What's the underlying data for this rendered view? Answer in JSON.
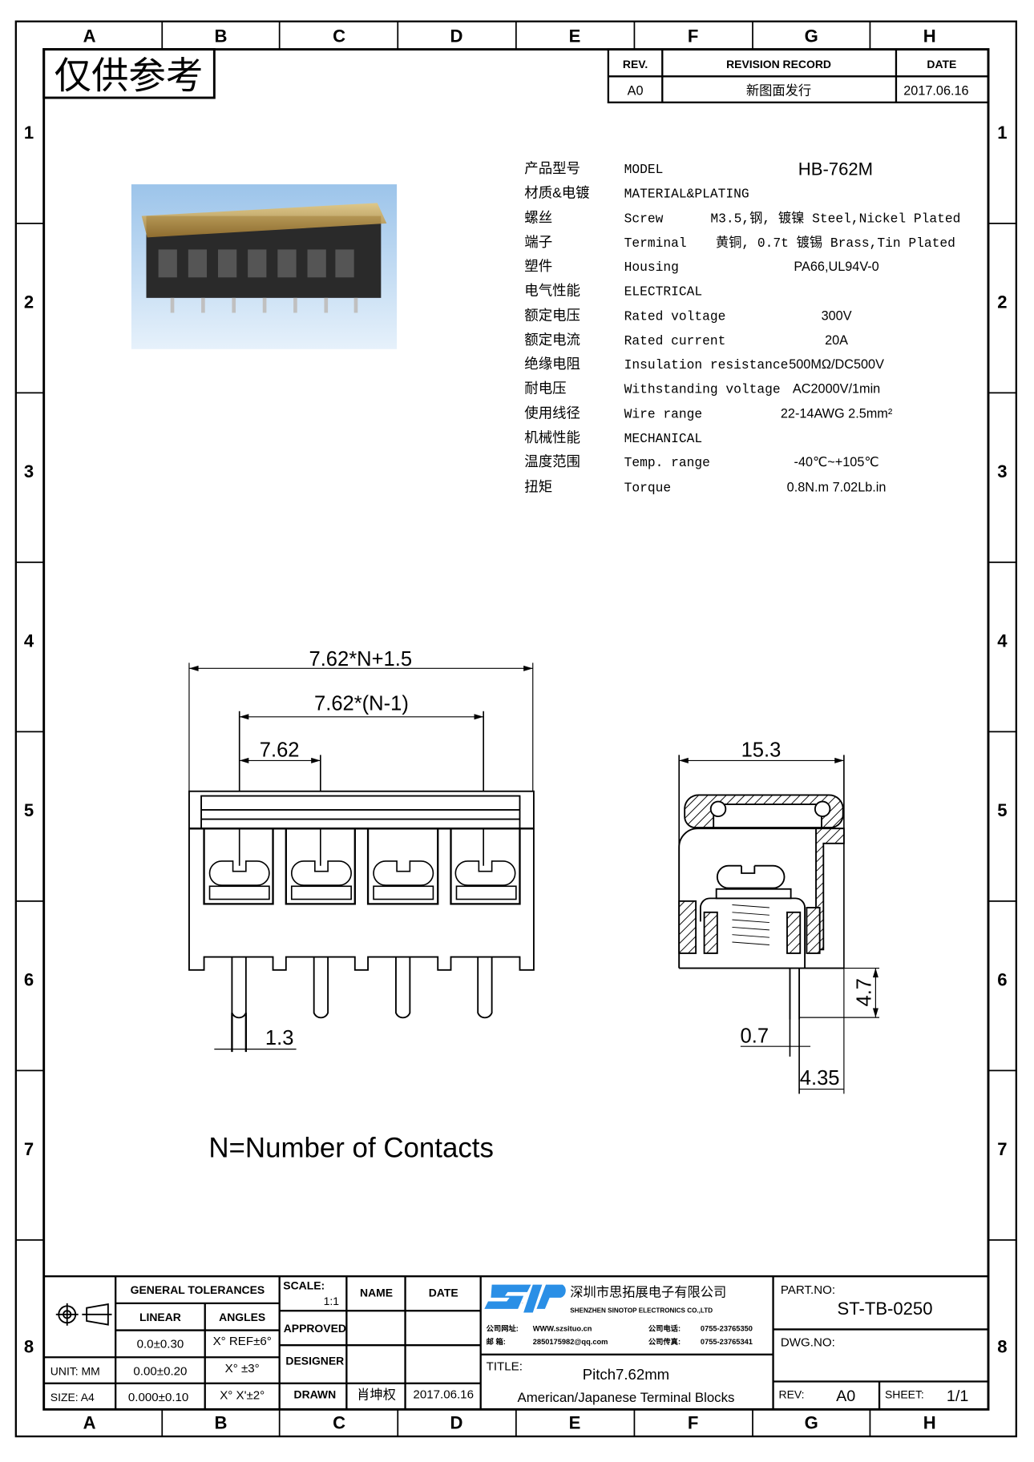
{
  "frame": {
    "columns": [
      "A",
      "B",
      "C",
      "D",
      "E",
      "F",
      "G",
      "H"
    ],
    "rows": [
      "1",
      "2",
      "3",
      "4",
      "5",
      "6",
      "7",
      "8"
    ]
  },
  "stamp": "仅供参考",
  "revision": {
    "headers": [
      "REV.",
      "REVISION RECORD",
      "DATE"
    ],
    "rows": [
      [
        "A0",
        "新图面发行",
        "2017.06.16"
      ]
    ]
  },
  "specs": [
    {
      "cn": "产品型号",
      "en": "MODEL",
      "value": "HB-762M"
    },
    {
      "cn": "材质&电镀",
      "en": "MATERIAL&PLATING",
      "value": ""
    },
    {
      "cn": "螺丝",
      "en": "Screw",
      "value": "M3.5,钢, 镀镍 Steel,Nickel Plated"
    },
    {
      "cn": "端子",
      "en": "Terminal",
      "value": "黄铜, 0.7t 镀锡 Brass,Tin Plated"
    },
    {
      "cn": "塑件",
      "en": "Housing",
      "value": "PA66,UL94V-0"
    },
    {
      "cn": "电气性能",
      "en": "ELECTRICAL",
      "value": ""
    },
    {
      "cn": "额定电压",
      "en": "Rated voltage",
      "value": "300V"
    },
    {
      "cn": "额定电流",
      "en": "Rated current",
      "value": "20A"
    },
    {
      "cn": "绝缘电阻",
      "en": "Insulation resistance",
      "value": "500MΩ/DC500V"
    },
    {
      "cn": "耐电压",
      "en": "Withstanding voltage",
      "value": "AC2000V/1min"
    },
    {
      "cn": "使用线径",
      "en": "Wire range",
      "value": "22-14AWG 2.5mm²"
    },
    {
      "cn": "机械性能",
      "en": "MECHANICAL",
      "value": ""
    },
    {
      "cn": "温度范围",
      "en": "Temp. range",
      "value": "-40℃~+105℃"
    },
    {
      "cn": "扭矩",
      "en": "Torque",
      "value": "0.8N.m  7.02Lb.in"
    }
  ],
  "dimensions": {
    "overall": "7.62*N+1.5",
    "span": "7.62*(N-1)",
    "pitch": "7.62",
    "pin_width": "1.3",
    "depth": "15.3",
    "pin_length": "4.7",
    "pin_thickness": "0.7",
    "pin_offset": "4.35"
  },
  "note": "N=Number of Contacts",
  "title_block": {
    "general_tolerances": "GENERAL TOLERANCES",
    "linear": "LINEAR",
    "angles": "ANGLES",
    "tol_rows": [
      [
        "0.0±0.30",
        "X° REF±6°"
      ],
      [
        "0.00±0.20",
        "X° ±3°"
      ],
      [
        "0.000±0.10",
        "X° X'±2°"
      ]
    ],
    "unit": "UNIT: MM",
    "size": "SIZE: A4",
    "scale_label": "SCALE:",
    "scale": "1:1",
    "name": "NAME",
    "date": "DATE",
    "approved": "APPROVED",
    "designer": "DESIGNER",
    "drawn": "DRAWN",
    "drawn_name": "肖坤权",
    "drawn_date": "2017.06.16",
    "logo": "SIP",
    "company_cn": "深圳市思拓展电子有限公司",
    "company_en": "SHENZHEN SINOTOP ELECTRONICS CO.,LTD",
    "web_label": "公司网址:",
    "web": "WWW.szsituo.cn",
    "mail_label": "邮    箱:",
    "mail": "2850175982@qq.com",
    "tel_label": "公司电话:",
    "tel": "0755-23765350",
    "fax_label": "公司传真:",
    "fax": "0755-23765341",
    "title_label": "TITLE:",
    "title_1": "Pitch7.62mm",
    "title_2": "American/Japanese Terminal Blocks",
    "part_no_label": "PART.NO:",
    "part_no": "ST-TB-0250",
    "dwg_no_label": "DWG.NO:",
    "rev_label": "REV:",
    "rev": "A0",
    "sheet_label": "SHEET:",
    "sheet": "1/1"
  },
  "colors": {
    "logo_blue": "#2a8fe6",
    "photo_bg": "#bcd8f0"
  }
}
